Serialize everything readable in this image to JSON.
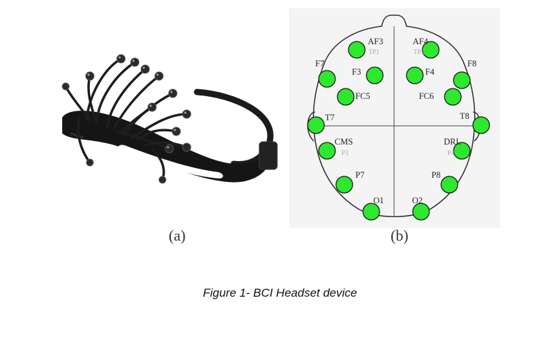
{
  "panels": {
    "a_label": "(a)",
    "b_label": "(b)"
  },
  "caption": "Figure 1- BCI Headset device",
  "headset": {
    "brand_mark": "EMOTIV"
  },
  "montage": {
    "electrode_color": "#2ee82e",
    "outline_color": "#333333",
    "electrodes": [
      {
        "id": "af3",
        "label": "AF3",
        "ref": "TP1"
      },
      {
        "id": "af4",
        "label": "AF4",
        "ref": "TP2"
      },
      {
        "id": "f7",
        "label": "F7",
        "ref": ""
      },
      {
        "id": "f8",
        "label": "F8",
        "ref": ""
      },
      {
        "id": "f3",
        "label": "F3",
        "ref": ""
      },
      {
        "id": "f4",
        "label": "F4",
        "ref": ""
      },
      {
        "id": "fc5",
        "label": "FC5",
        "ref": ""
      },
      {
        "id": "fc6",
        "label": "FC6",
        "ref": ""
      },
      {
        "id": "t7",
        "label": "T7",
        "ref": ""
      },
      {
        "id": "t8",
        "label": "T8",
        "ref": ""
      },
      {
        "id": "cms",
        "label": "CMS",
        "ref": "P3"
      },
      {
        "id": "drl",
        "label": "DRL",
        "ref": "P4"
      },
      {
        "id": "p7",
        "label": "P7",
        "ref": ""
      },
      {
        "id": "p8",
        "label": "P8",
        "ref": ""
      },
      {
        "id": "o1",
        "label": "O1",
        "ref": ""
      },
      {
        "id": "o2",
        "label": "O2",
        "ref": ""
      }
    ]
  }
}
